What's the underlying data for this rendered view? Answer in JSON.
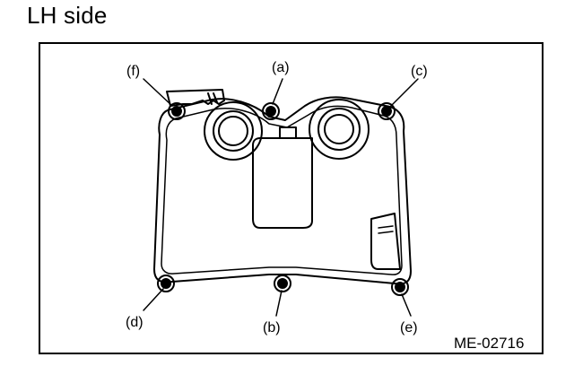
{
  "title": "LH side",
  "callouts": {
    "a": "(a)",
    "b": "(b)",
    "c": "(c)",
    "d": "(d)",
    "e": "(e)",
    "f": "(f)"
  },
  "figure_code": "ME-02716",
  "colors": {
    "line": "#000000",
    "background": "#ffffff"
  }
}
